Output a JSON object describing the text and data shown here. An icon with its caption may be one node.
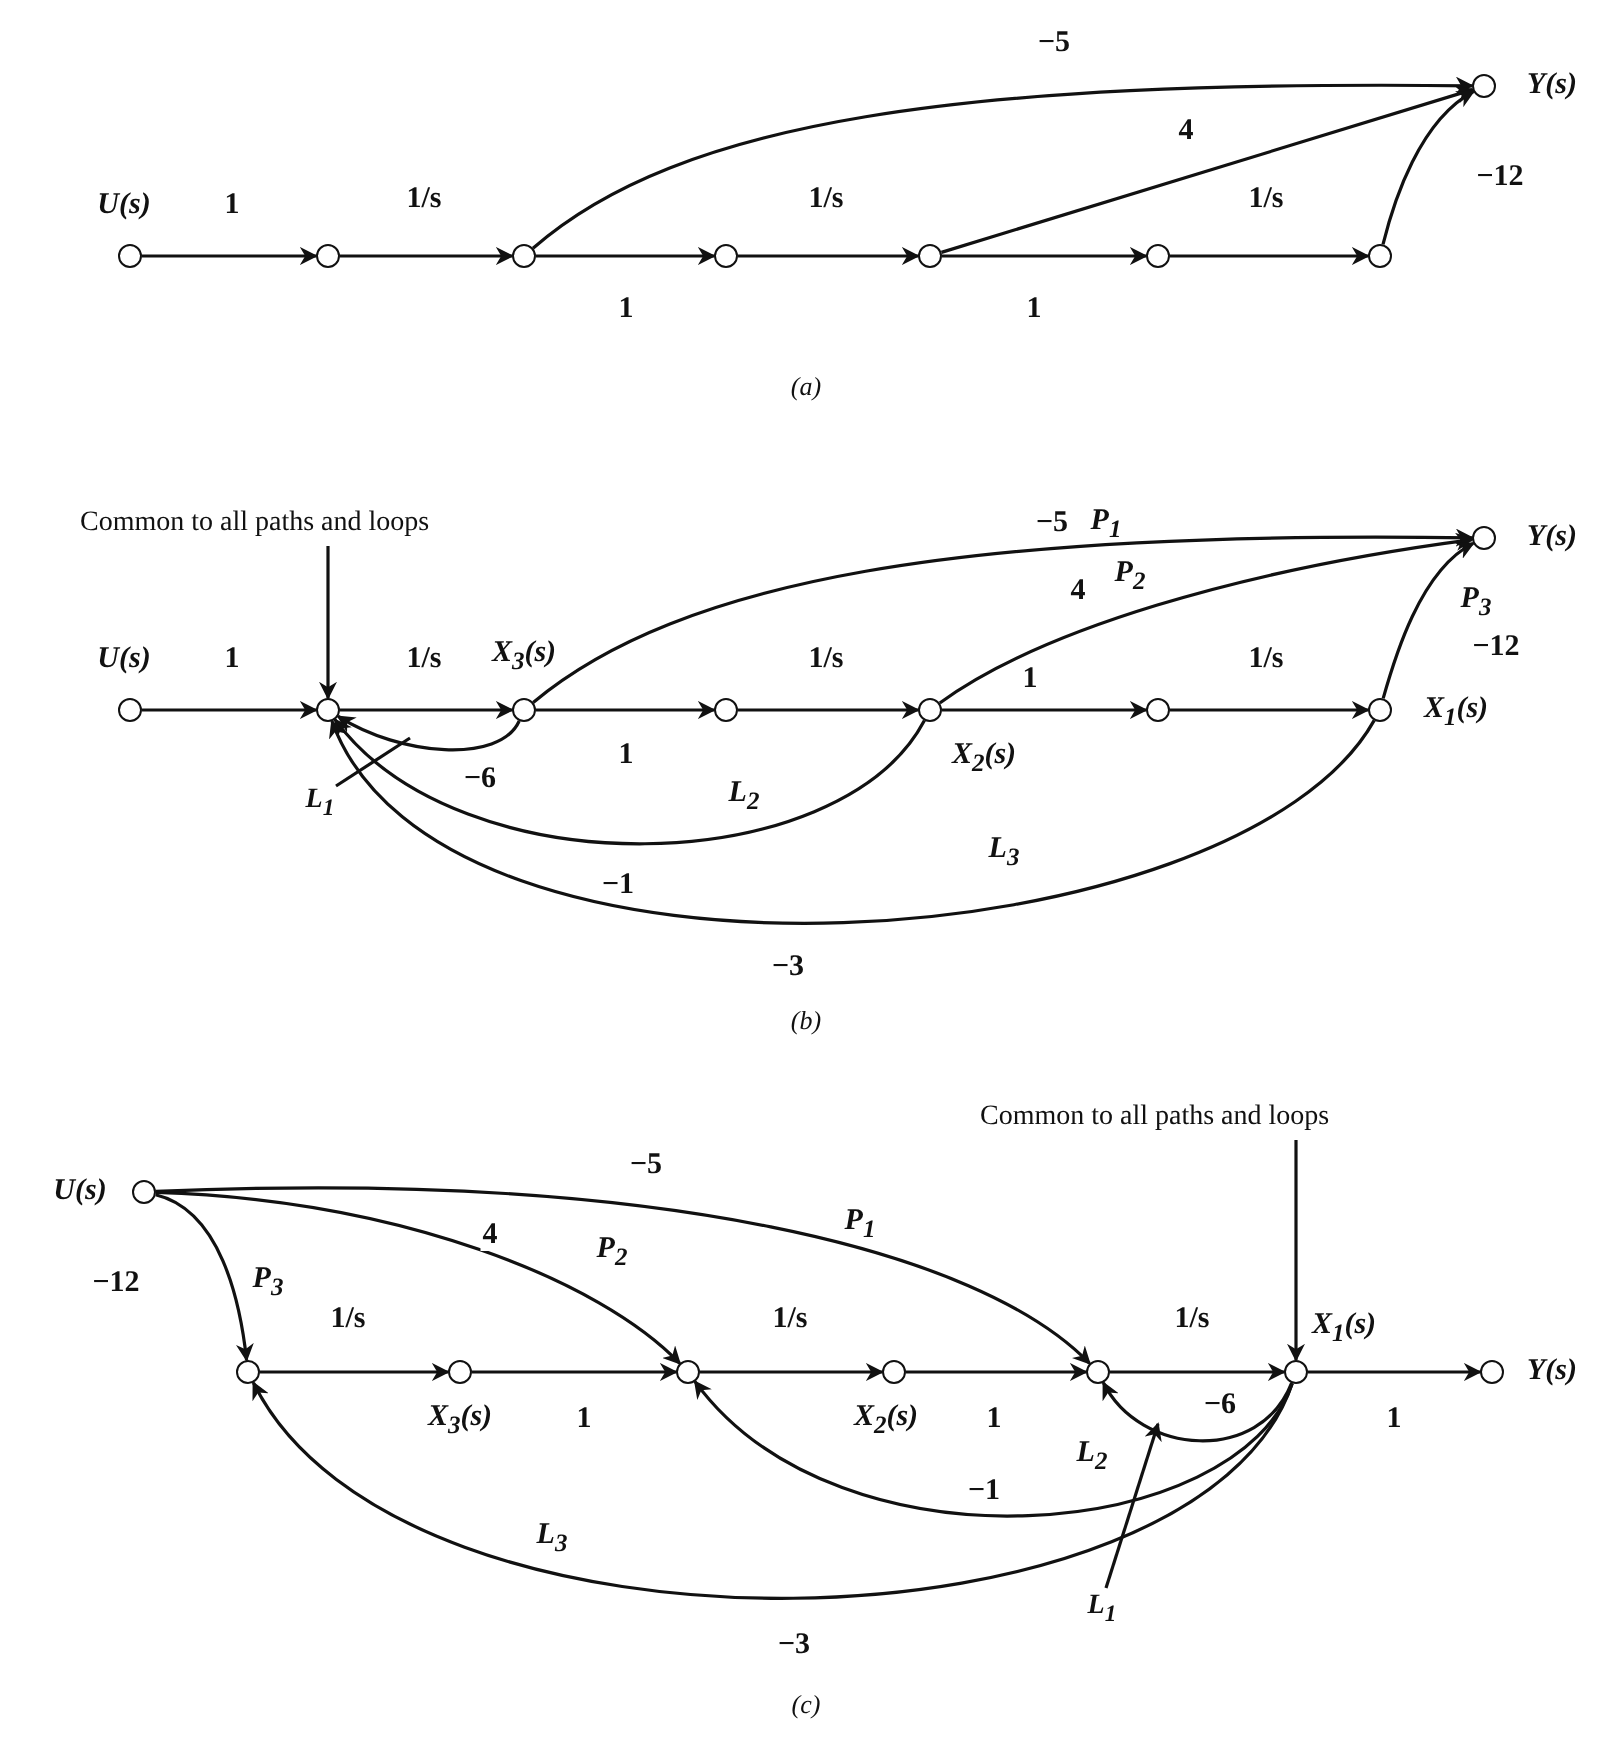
{
  "diagram": {
    "nodes": [
      {
        "text": [],
        "shape": "circle",
        "beside": [
          "U(s)"
        ]
      },
      {
        "text": [],
        "shape": "circle"
      },
      {
        "text": [],
        "shape": "circle"
      },
      {
        "text": [],
        "shape": "circle"
      },
      {
        "text": [],
        "shape": "circle"
      },
      {
        "text": [],
        "shape": "circle"
      },
      {
        "text": [],
        "shape": "circle"
      },
      {
        "text": [],
        "shape": "circle",
        "beside": [
          "Y(s)"
        ]
      },
      {
        "text": [
          "Common to all paths and loops"
        ]
      },
      {
        "text": [],
        "shape": "circle",
        "beside": [
          "U(s)"
        ]
      },
      {
        "text": [],
        "shape": "circle"
      },
      {
        "text": [],
        "shape": "circle",
        "beside": [
          "X$_{3}$(s)"
        ]
      },
      {
        "text": [],
        "shape": "circle"
      },
      {
        "text": [],
        "shape": "circle",
        "beside": [
          "X$_{2}$(s)"
        ]
      },
      {
        "text": [],
        "shape": "circle"
      },
      {
        "text": [],
        "shape": "circle",
        "beside": [
          "X$_{1}$(s)"
        ]
      },
      {
        "text": [],
        "shape": "circle",
        "beside": [
          "Y(s)"
        ]
      },
      {
        "text": [
          "L$_{1}$"
        ]
      },
      {
        "text": [
          "Common to all paths and loops"
        ]
      },
      {
        "text": [],
        "shape": "circle",
        "beside": [
          "U(s)"
        ]
      },
      {
        "text": [],
        "shape": "circle"
      },
      {
        "text": [],
        "shape": "circle",
        "beside": [
          "X$_{3}$(s)"
        ]
      },
      {
        "text": [],
        "shape": "circle"
      },
      {
        "text": [],
        "shape": "circle",
        "beside": [
          "X$_{2}$(s)"
        ]
      },
      {
        "text": [],
        "shape": "circle"
      },
      {
        "text": [],
        "shape": "circle",
        "beside": [
          "X$_{1}$(s)"
        ]
      },
      {
        "text": [],
        "shape": "circle",
        "beside": [
          "Y(s)"
        ]
      },
      {
        "text": [
          "L$_{1}$"
        ]
      }
    ],
    "edges": [
      {
        "from": 0,
        "to": 1,
        "arrow": "to",
        "label": "1"
      },
      {
        "from": 1,
        "to": 2,
        "arrow": "to",
        "label": "1/s"
      },
      {
        "from": 2,
        "to": 3,
        "arrow": "to",
        "label": "1"
      },
      {
        "from": 3,
        "to": 4,
        "arrow": "to",
        "label": "1/s"
      },
      {
        "from": 4,
        "to": 5,
        "arrow": "to",
        "label": "1"
      },
      {
        "from": 5,
        "to": 6,
        "arrow": "to",
        "label": "1/s"
      },
      {
        "from": 2,
        "to": 7,
        "arrow": "to",
        "label": "−5"
      },
      {
        "from": 4,
        "to": 7,
        "arrow": "to",
        "label": "4"
      },
      {
        "from": 6,
        "to": 7,
        "arrow": "to",
        "label": "−12"
      },
      {
        "from": 9,
        "to": 10,
        "arrow": "to",
        "label": "1"
      },
      {
        "from": 10,
        "to": 11,
        "arrow": "to",
        "label": "1/s"
      },
      {
        "from": 11,
        "to": 12,
        "arrow": "to",
        "label": "1"
      },
      {
        "from": 12,
        "to": 13,
        "arrow": "to",
        "label": "1/s"
      },
      {
        "from": 13,
        "to": 14,
        "arrow": "to",
        "label": "1"
      },
      {
        "from": 14,
        "to": 15,
        "arrow": "to",
        "label": "1/s"
      },
      {
        "from": 11,
        "to": 16,
        "arrow": "to",
        "label": "−5"
      },
      {
        "from": 13,
        "to": 16,
        "arrow": "to",
        "label": "4"
      },
      {
        "from": 15,
        "to": 16,
        "arrow": "to",
        "label": "−12"
      },
      {
        "from": 11,
        "to": 10,
        "arrow": "to",
        "label": "−6"
      },
      {
        "from": 13,
        "to": 10,
        "arrow": "to",
        "label": "−1"
      },
      {
        "from": 15,
        "to": 10,
        "arrow": "to",
        "label": "−3"
      },
      {
        "from": 8,
        "to": 10,
        "arrow": "to"
      },
      {
        "from": 17,
        "to": null,
        "arrow": "none"
      },
      {
        "from": 19,
        "to": 20,
        "arrow": "to",
        "label": "−12"
      },
      {
        "from": 20,
        "to": 21,
        "arrow": "to",
        "label": "1/s"
      },
      {
        "from": 21,
        "to": 22,
        "arrow": "to",
        "label": "1"
      },
      {
        "from": 22,
        "to": 23,
        "arrow": "to",
        "label": "1/s"
      },
      {
        "from": 23,
        "to": 24,
        "arrow": "to",
        "label": "1"
      },
      {
        "from": 24,
        "to": 25,
        "arrow": "to",
        "label": "1/s"
      },
      {
        "from": 25,
        "to": 26,
        "arrow": "to",
        "label": "1"
      },
      {
        "from": 19,
        "to": 22,
        "arrow": "to",
        "label": "4"
      },
      {
        "from": 19,
        "to": 24,
        "arrow": "to",
        "label": "−5"
      },
      {
        "from": 25,
        "to": 24,
        "arrow": "to",
        "label": "−6"
      },
      {
        "from": 25,
        "to": 22,
        "arrow": "to",
        "label": "−1"
      },
      {
        "from": 25,
        "to": 20,
        "arrow": "to",
        "label": "−3"
      },
      {
        "from": 18,
        "to": 25,
        "arrow": "to"
      },
      {
        "from": 27,
        "to": null,
        "arrow": "to"
      }
    ],
    "labels": [
      "(a)",
      "P$_{1}$",
      "P$_{2}$",
      "P$_{3}$",
      "L$_{2}$",
      "L$_{3}$",
      "(b)",
      "P$_{1}$",
      "P$_{2}$",
      "P$_{3}$",
      "L$_{2}$",
      "L$_{3}$",
      "(c)"
    ]
  }
}
